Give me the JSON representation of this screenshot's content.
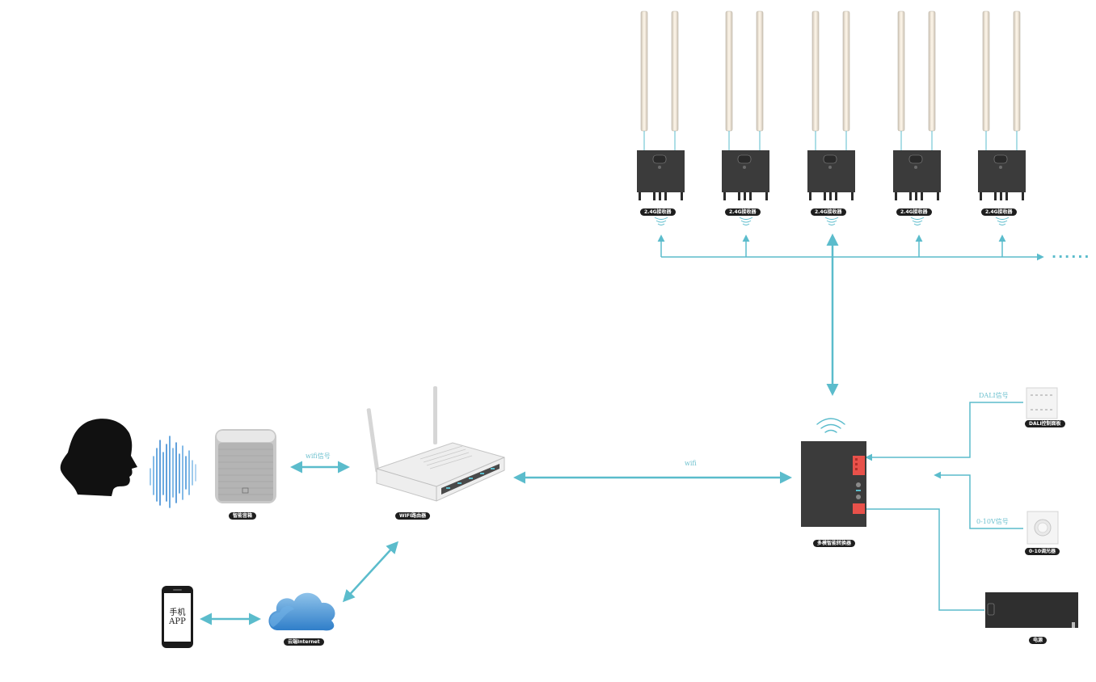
{
  "colors": {
    "line": "#5bbccc",
    "device": "#3b3b3b",
    "label_bg": "#1e1e1e",
    "cloud": "#3d89cf"
  },
  "devices": {
    "speaker_label": "智能音箱",
    "router_label": "WIFI路由器",
    "cloud_label": "云端Internet",
    "gateway_label": "多模智能转换器",
    "dali_panel_label": "DALI控制面板",
    "dimmer_label": "0-10调光器",
    "power_label": "电源",
    "receiver_label": "2.4G接收器"
  },
  "phone": {
    "line1": "手机",
    "line2": "APP"
  },
  "signals": {
    "wifi_router": "wifi信号",
    "wifi_long": "wifi",
    "dali": "DALI信号",
    "zero_ten": "0-10V信号"
  },
  "ellipsis": "......",
  "icons": [
    "head-silhouette-icon",
    "sound-wave-icon",
    "wifi-icon",
    "cloud-icon"
  ]
}
